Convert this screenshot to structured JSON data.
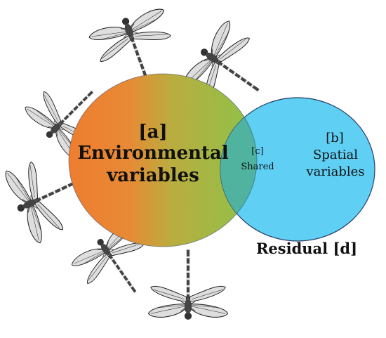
{
  "diagram": {
    "env_set": {
      "tag": "[a]",
      "line1": "Environmental",
      "line2": "variables",
      "gradient_start": "#ee7d2f",
      "gradient_end": "#8cc34a"
    },
    "spatial_set": {
      "tag": "[b]",
      "line1": "Spatial",
      "line2": "variables",
      "fill": "#5fd0f4"
    },
    "shared": {
      "tag": "[c]",
      "label": "Shared",
      "fill": "#4fb3a0"
    },
    "residual": {
      "label": "Residual [d]"
    },
    "decorations": {
      "icon": "dragonfly-illustration",
      "count": 6
    }
  }
}
